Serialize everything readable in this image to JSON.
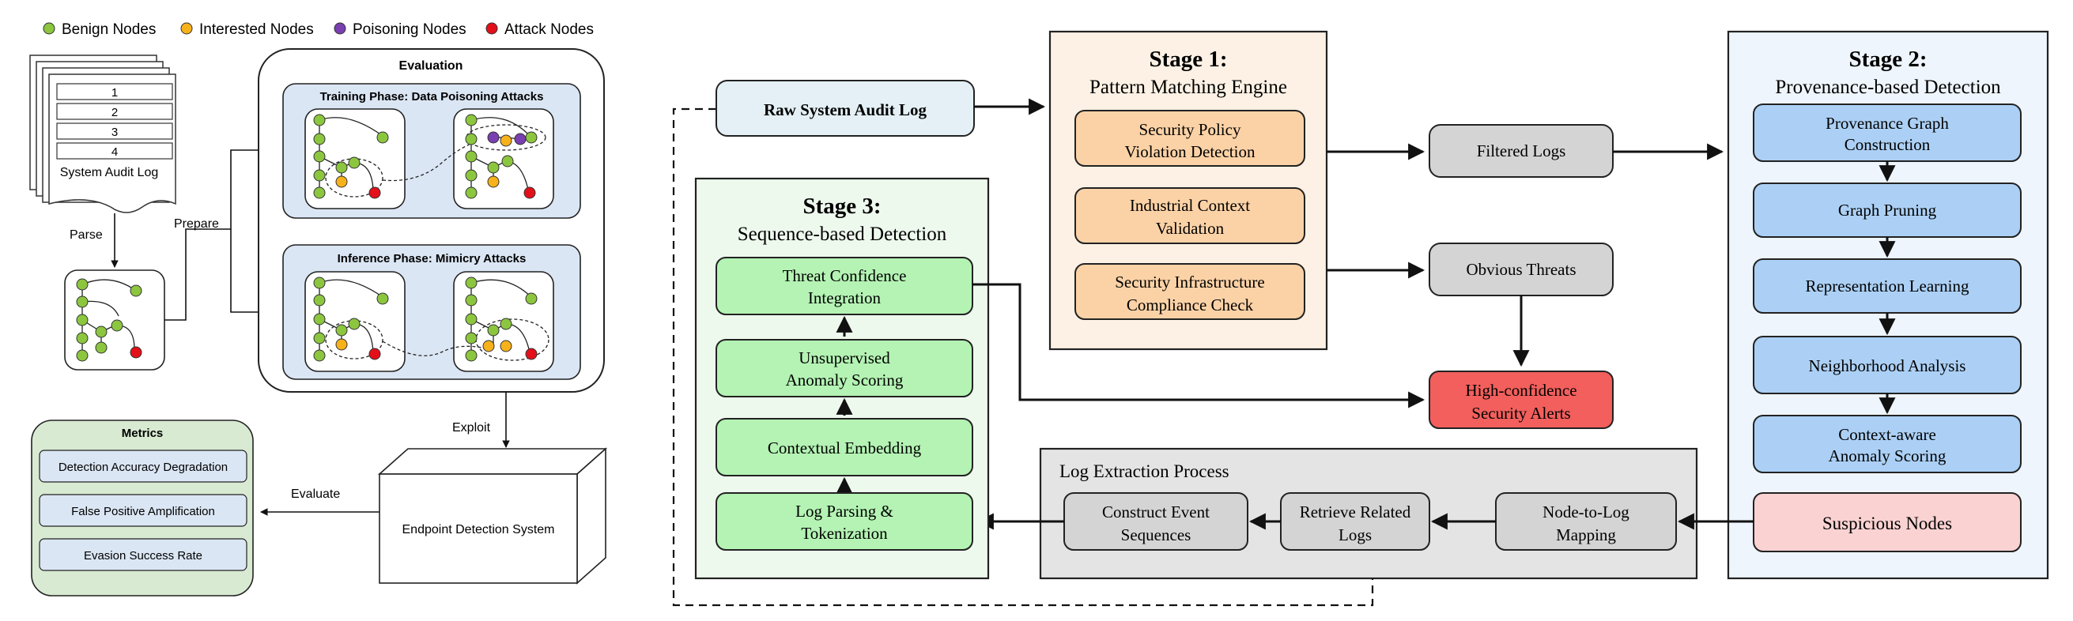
{
  "legend": {
    "benign": "Benign Nodes",
    "interested": "Interested Nodes",
    "poisoning": "Poisoning Nodes",
    "attack": "Attack Nodes"
  },
  "colors": {
    "benign": "#8cc63f",
    "interested": "#f7b21b",
    "poisoning": "#7a3fb0",
    "attack": "#e3101a"
  },
  "left": {
    "log_numbers": [
      "1",
      "2",
      "3",
      "4"
    ],
    "log_label": "System Audit Log",
    "parse": "Parse",
    "prepare": "Prepare",
    "evaluation": "Evaluation",
    "training_title": "Training Phase: Data Poisoning Attacks",
    "inference_title": "Inference Phase: Mimicry Attacks",
    "exploit": "Exploit",
    "evaluate": "Evaluate",
    "eds": "Endpoint Detection System",
    "metrics_title": "Metrics",
    "metrics": [
      "Detection Accuracy Degradation",
      "False Positive Amplification",
      "Evasion Success Rate"
    ]
  },
  "right": {
    "raw_log": "Raw System Audit Log",
    "stage1_title": "Stage 1:",
    "stage1_subtitle": "Pattern Matching Engine",
    "stage1_items": [
      [
        "Security Policy",
        "Violation Detection"
      ],
      [
        "Industrial Context",
        "Validation"
      ],
      [
        "Security Infrastructure",
        "Compliance Check"
      ]
    ],
    "filtered_logs": "Filtered Logs",
    "obvious_threats": "Obvious Threats",
    "alerts": [
      "High-confidence",
      "Security Alerts"
    ],
    "stage2_title": "Stage 2:",
    "stage2_subtitle": "Provenance-based Detection",
    "stage2_items": [
      [
        "Provenance Graph",
        "Construction"
      ],
      [
        "Graph Pruning"
      ],
      [
        "Representation Learning"
      ],
      [
        "Neighborhood Analysis"
      ],
      [
        "Context-aware",
        "Anomaly Scoring"
      ]
    ],
    "suspicious": "Suspicious Nodes",
    "stage3_title": "Stage 3:",
    "stage3_subtitle": "Sequence-based Detection",
    "stage3_items": [
      [
        "Threat Confidence",
        "Integration"
      ],
      [
        "Unsupervised",
        "Anomaly Scoring"
      ],
      [
        "Contextual Embedding"
      ],
      [
        "Log Parsing &",
        "Tokenization"
      ]
    ],
    "extraction_title": "Log Extraction Process",
    "extraction_items": [
      [
        "Construct Event",
        "Sequences"
      ],
      [
        "Retrieve Related",
        "Logs"
      ],
      [
        "Node-to-Log",
        "Mapping"
      ]
    ]
  }
}
